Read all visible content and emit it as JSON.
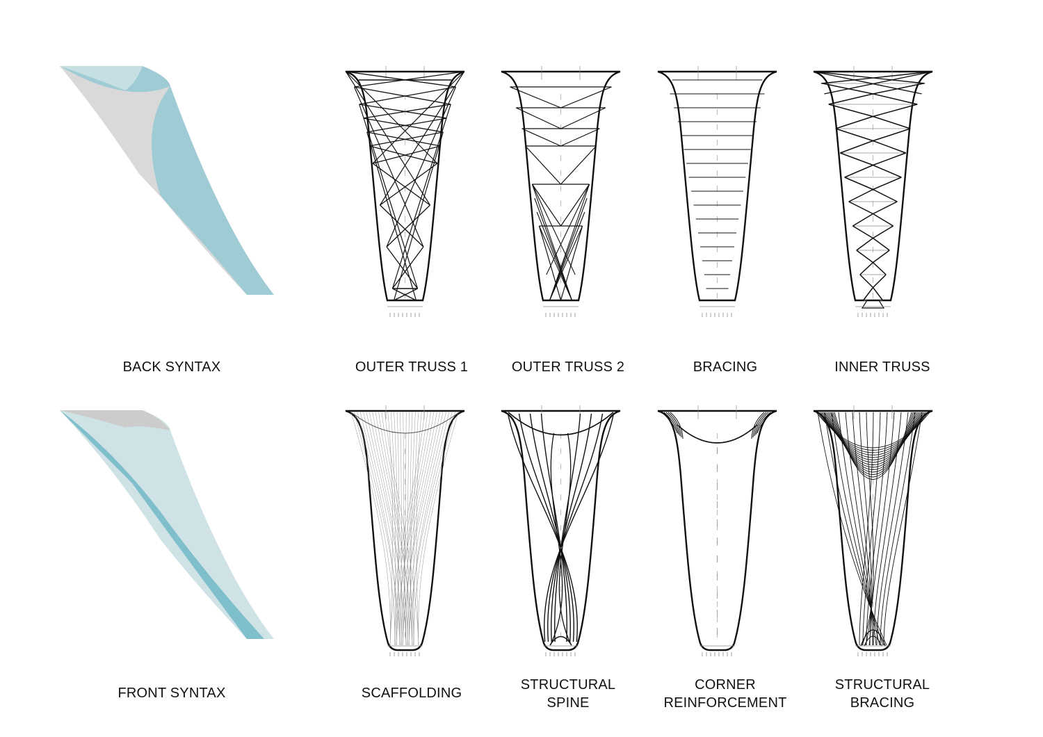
{
  "row1": {
    "shape": {
      "label": "BACK SYNTAX",
      "colors": {
        "main": "#9fccd4",
        "side": "#d9d9d9",
        "shade": "#c4c4c4"
      }
    },
    "diagrams": [
      {
        "id": "outer-truss-1",
        "label": "OUTER TRUSS 1"
      },
      {
        "id": "outer-truss-2",
        "label": "OUTER TRUSS 2"
      },
      {
        "id": "bracing",
        "label": "BRACING"
      },
      {
        "id": "inner-truss",
        "label": "INNER TRUSS"
      }
    ]
  },
  "row2": {
    "shape": {
      "label": "FRONT SYNTAX",
      "colors": {
        "main": "#cfe3e6",
        "side": "#d9d9d9",
        "edge": "#7fbfcc"
      }
    },
    "diagrams": [
      {
        "id": "scaffolding",
        "label_lines": [
          "SCAFFOLDING"
        ]
      },
      {
        "id": "structural-spine",
        "label_lines": [
          "STRUCTURAL",
          "SPINE"
        ]
      },
      {
        "id": "corner-reinforcement",
        "label_lines": [
          "CORNER",
          "REINFORCEMENT"
        ]
      },
      {
        "id": "structural-bracing",
        "label_lines": [
          "STRUCTURAL",
          "BRACING"
        ]
      }
    ]
  },
  "colors": {
    "line": "#111111",
    "light_line": "#8a8a8a",
    "background": "#ffffff"
  }
}
